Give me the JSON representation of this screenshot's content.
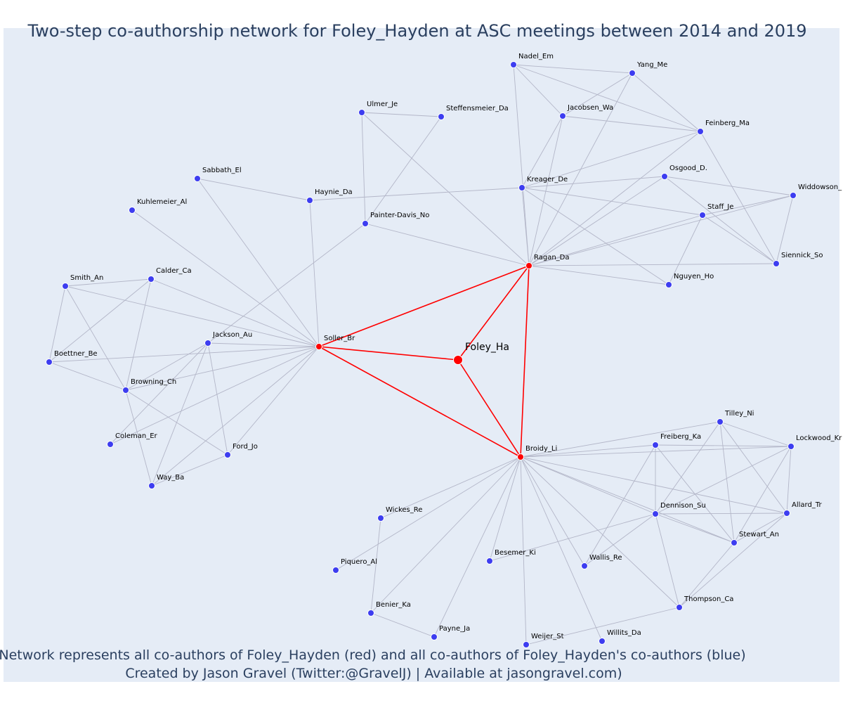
{
  "title": "Two-step co-authorship network for Foley_Hayden at ASC meetings between 2014 and 2019",
  "caption_line1": "Network represents all co-authors of Foley_Hayden (red) and all co-authors of Foley_Hayden's co-authors (blue)",
  "caption_line2": "Created by Jason Gravel (Twitter:@GravelJ) | Available at jasongravel.com)",
  "colors": {
    "background": "#e5ecf6",
    "ego_edge": "#ff0000",
    "edge": "#b3b6c8",
    "red_node": "#ff0000",
    "blue_node": "#3d3df0",
    "node_outline": "#ffffff"
  },
  "chart_data": {
    "type": "network",
    "nodes": [
      {
        "id": "Foley_Ha",
        "label": "Foley_Ha",
        "group": "ego"
      },
      {
        "id": "Soller_Br",
        "label": "Soller_Br",
        "group": "red"
      },
      {
        "id": "Ragan_Da",
        "label": "Ragan_Da",
        "group": "red"
      },
      {
        "id": "Broidy_Li",
        "label": "Broidy_Li",
        "group": "red"
      },
      {
        "id": "Nadel_Em",
        "label": "Nadel_Em",
        "group": "blue"
      },
      {
        "id": "Yang_Me",
        "label": "Yang_Me",
        "group": "blue"
      },
      {
        "id": "Jacobsen_Wa",
        "label": "Jacobsen_Wa",
        "group": "blue"
      },
      {
        "id": "Feinberg_Ma",
        "label": "Feinberg_Ma",
        "group": "blue"
      },
      {
        "id": "Ulmer_Je",
        "label": "Ulmer_Je",
        "group": "blue"
      },
      {
        "id": "Steffensmeier_Da",
        "label": "Steffensmeier_Da",
        "group": "blue"
      },
      {
        "id": "Kreager_De",
        "label": "Kreager_De",
        "group": "blue"
      },
      {
        "id": "Osgood_D.",
        "label": "Osgood_D.",
        "group": "blue"
      },
      {
        "id": "Widdowson_",
        "label": "Widdowson_",
        "group": "blue"
      },
      {
        "id": "Staff_Je",
        "label": "Staff_Je",
        "group": "blue"
      },
      {
        "id": "Siennick_So",
        "label": "Siennick_So",
        "group": "blue"
      },
      {
        "id": "Nguyen_Ho",
        "label": "Nguyen_Ho",
        "group": "blue"
      },
      {
        "id": "Sabbath_El",
        "label": "Sabbath_El",
        "group": "blue"
      },
      {
        "id": "Haynie_Da",
        "label": "Haynie_Da",
        "group": "blue"
      },
      {
        "id": "Painter-Davis_No",
        "label": "Painter-Davis_No",
        "group": "blue"
      },
      {
        "id": "Kuhlemeier_Al",
        "label": "Kuhlemeier_Al",
        "group": "blue"
      },
      {
        "id": "Smith_An",
        "label": "Smith_An",
        "group": "blue"
      },
      {
        "id": "Calder_Ca",
        "label": "Calder_Ca",
        "group": "blue"
      },
      {
        "id": "Jackson_Au",
        "label": "Jackson_Au",
        "group": "blue"
      },
      {
        "id": "Boettner_Be",
        "label": "Boettner_Be",
        "group": "blue"
      },
      {
        "id": "Browning_Ch",
        "label": "Browning_Ch",
        "group": "blue"
      },
      {
        "id": "Coleman_Er",
        "label": "Coleman_Er",
        "group": "blue"
      },
      {
        "id": "Ford_Jo",
        "label": "Ford_Jo",
        "group": "blue"
      },
      {
        "id": "Way_Ba",
        "label": "Way_Ba",
        "group": "blue"
      },
      {
        "id": "Tilley_Ni",
        "label": "Tilley_Ni",
        "group": "blue"
      },
      {
        "id": "Freiberg_Ka",
        "label": "Freiberg_Ka",
        "group": "blue"
      },
      {
        "id": "Lockwood_Kr",
        "label": "Lockwood_Kr",
        "group": "blue"
      },
      {
        "id": "Dennison_Su",
        "label": "Dennison_Su",
        "group": "blue"
      },
      {
        "id": "Allard_Tr",
        "label": "Allard_Tr",
        "group": "blue"
      },
      {
        "id": "Stewart_An",
        "label": "Stewart_An",
        "group": "blue"
      },
      {
        "id": "Wickes_Re",
        "label": "Wickes_Re",
        "group": "blue"
      },
      {
        "id": "Piquero_Al",
        "label": "Piquero_Al",
        "group": "blue"
      },
      {
        "id": "Besemer_Ki",
        "label": "Besemer_Ki",
        "group": "blue"
      },
      {
        "id": "Wallis_Re",
        "label": "Wallis_Re",
        "group": "blue"
      },
      {
        "id": "Benier_Ka",
        "label": "Benier_Ka",
        "group": "blue"
      },
      {
        "id": "Thompson_Ca",
        "label": "Thompson_Ca",
        "group": "blue"
      },
      {
        "id": "Payne_Ja",
        "label": "Payne_Ja",
        "group": "blue"
      },
      {
        "id": "Weijer_St",
        "label": "Weijer_St",
        "group": "blue"
      },
      {
        "id": "Willits_Da",
        "label": "Willits_Da",
        "group": "blue"
      }
    ],
    "edges": [
      [
        "Foley_Ha",
        "Soller_Br"
      ],
      [
        "Foley_Ha",
        "Ragan_Da"
      ],
      [
        "Foley_Ha",
        "Broidy_Li"
      ],
      [
        "Soller_Br",
        "Ragan_Da"
      ],
      [
        "Soller_Br",
        "Broidy_Li"
      ],
      [
        "Ragan_Da",
        "Broidy_Li"
      ],
      [
        "Ragan_Da",
        "Nadel_Em"
      ],
      [
        "Ragan_Da",
        "Yang_Me"
      ],
      [
        "Ragan_Da",
        "Jacobsen_Wa"
      ],
      [
        "Ragan_Da",
        "Feinberg_Ma"
      ],
      [
        "Ragan_Da",
        "Ulmer_Je"
      ],
      [
        "Ragan_Da",
        "Kreager_De"
      ],
      [
        "Ragan_Da",
        "Osgood_D."
      ],
      [
        "Ragan_Da",
        "Widdowson_"
      ],
      [
        "Ragan_Da",
        "Staff_Je"
      ],
      [
        "Ragan_Da",
        "Siennick_So"
      ],
      [
        "Ragan_Da",
        "Nguyen_Ho"
      ],
      [
        "Ragan_Da",
        "Painter-Davis_No"
      ],
      [
        "Nadel_Em",
        "Yang_Me"
      ],
      [
        "Nadel_Em",
        "Jacobsen_Wa"
      ],
      [
        "Nadel_Em",
        "Feinberg_Ma"
      ],
      [
        "Yang_Me",
        "Jacobsen_Wa"
      ],
      [
        "Yang_Me",
        "Feinberg_Ma"
      ],
      [
        "Jacobsen_Wa",
        "Feinberg_Ma"
      ],
      [
        "Jacobsen_Wa",
        "Kreager_De"
      ],
      [
        "Feinberg_Ma",
        "Kreager_De"
      ],
      [
        "Feinberg_Ma",
        "Siennick_So"
      ],
      [
        "Ulmer_Je",
        "Steffensmeier_Da"
      ],
      [
        "Ulmer_Je",
        "Painter-Davis_No"
      ],
      [
        "Steffensmeier_Da",
        "Painter-Davis_No"
      ],
      [
        "Kreager_De",
        "Haynie_Da"
      ],
      [
        "Kreager_De",
        "Osgood_D."
      ],
      [
        "Kreager_De",
        "Staff_Je"
      ],
      [
        "Kreager_De",
        "Nguyen_Ho"
      ],
      [
        "Osgood_D.",
        "Widdowson_"
      ],
      [
        "Osgood_D.",
        "Siennick_So"
      ],
      [
        "Staff_Je",
        "Widdowson_"
      ],
      [
        "Staff_Je",
        "Siennick_So"
      ],
      [
        "Staff_Je",
        "Nguyen_Ho"
      ],
      [
        "Widdowson_",
        "Siennick_So"
      ],
      [
        "Soller_Br",
        "Sabbath_El"
      ],
      [
        "Soller_Br",
        "Haynie_Da"
      ],
      [
        "Soller_Br",
        "Kuhlemeier_Al"
      ],
      [
        "Soller_Br",
        "Smith_An"
      ],
      [
        "Soller_Br",
        "Calder_Ca"
      ],
      [
        "Soller_Br",
        "Jackson_Au"
      ],
      [
        "Soller_Br",
        "Boettner_Be"
      ],
      [
        "Soller_Br",
        "Browning_Ch"
      ],
      [
        "Soller_Br",
        "Coleman_Er"
      ],
      [
        "Soller_Br",
        "Ford_Jo"
      ],
      [
        "Soller_Br",
        "Way_Ba"
      ],
      [
        "Sabbath_El",
        "Haynie_Da"
      ],
      [
        "Jackson_Au",
        "Painter-Davis_No"
      ],
      [
        "Smith_An",
        "Calder_Ca"
      ],
      [
        "Smith_An",
        "Boettner_Be"
      ],
      [
        "Smith_An",
        "Browning_Ch"
      ],
      [
        "Calder_Ca",
        "Browning_Ch"
      ],
      [
        "Calder_Ca",
        "Boettner_Be"
      ],
      [
        "Boettner_Be",
        "Browning_Ch"
      ],
      [
        "Jackson_Au",
        "Browning_Ch"
      ],
      [
        "Jackson_Au",
        "Coleman_Er"
      ],
      [
        "Jackson_Au",
        "Ford_Jo"
      ],
      [
        "Jackson_Au",
        "Way_Ba"
      ],
      [
        "Browning_Ch",
        "Ford_Jo"
      ],
      [
        "Browning_Ch",
        "Way_Ba"
      ],
      [
        "Way_Ba",
        "Ford_Jo"
      ],
      [
        "Broidy_Li",
        "Tilley_Ni"
      ],
      [
        "Broidy_Li",
        "Freiberg_Ka"
      ],
      [
        "Broidy_Li",
        "Lockwood_Kr"
      ],
      [
        "Broidy_Li",
        "Dennison_Su"
      ],
      [
        "Broidy_Li",
        "Allard_Tr"
      ],
      [
        "Broidy_Li",
        "Stewart_An"
      ],
      [
        "Broidy_Li",
        "Wickes_Re"
      ],
      [
        "Broidy_Li",
        "Piquero_Al"
      ],
      [
        "Broidy_Li",
        "Besemer_Ki"
      ],
      [
        "Broidy_Li",
        "Wallis_Re"
      ],
      [
        "Broidy_Li",
        "Benier_Ka"
      ],
      [
        "Broidy_Li",
        "Thompson_Ca"
      ],
      [
        "Broidy_Li",
        "Payne_Ja"
      ],
      [
        "Broidy_Li",
        "Weijer_St"
      ],
      [
        "Broidy_Li",
        "Willits_Da"
      ],
      [
        "Tilley_Ni",
        "Lockwood_Kr"
      ],
      [
        "Tilley_Ni",
        "Dennison_Su"
      ],
      [
        "Tilley_Ni",
        "Allard_Tr"
      ],
      [
        "Tilley_Ni",
        "Stewart_An"
      ],
      [
        "Freiberg_Ka",
        "Dennison_Su"
      ],
      [
        "Freiberg_Ka",
        "Stewart_An"
      ],
      [
        "Freiberg_Ka",
        "Wallis_Re"
      ],
      [
        "Freiberg_Ka",
        "Lockwood_Kr"
      ],
      [
        "Lockwood_Kr",
        "Dennison_Su"
      ],
      [
        "Lockwood_Kr",
        "Allard_Tr"
      ],
      [
        "Lockwood_Kr",
        "Stewart_An"
      ],
      [
        "Dennison_Su",
        "Allard_Tr"
      ],
      [
        "Dennison_Su",
        "Stewart_An"
      ],
      [
        "Dennison_Su",
        "Besemer_Ki"
      ],
      [
        "Dennison_Su",
        "Wallis_Re"
      ],
      [
        "Dennison_Su",
        "Thompson_Ca"
      ],
      [
        "Allard_Tr",
        "Stewart_An"
      ],
      [
        "Allard_Tr",
        "Thompson_Ca"
      ],
      [
        "Stewart_An",
        "Thompson_Ca"
      ],
      [
        "Wickes_Re",
        "Benier_Ka"
      ],
      [
        "Benier_Ka",
        "Payne_Ja"
      ],
      [
        "Weijer_St",
        "Thompson_Ca"
      ]
    ]
  }
}
